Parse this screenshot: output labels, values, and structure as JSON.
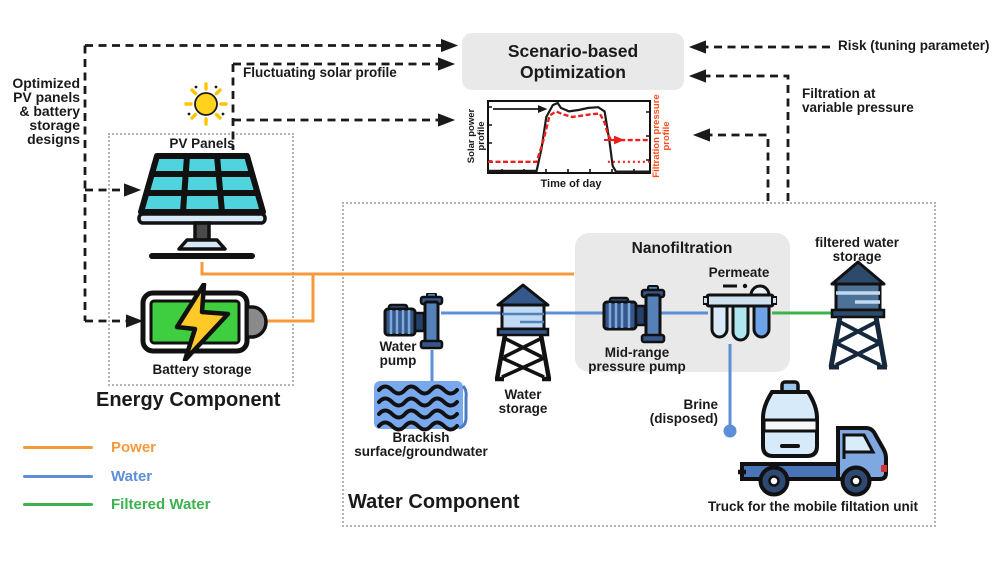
{
  "colors": {
    "power": "#F5993D",
    "water": "#5C8FD6",
    "filtered": "#3CB14E",
    "arrow": "#1a1a1a",
    "box": "#E9E9E9",
    "border": "#B3B3B3",
    "chart_red": "#E8231D",
    "chart_label": "#FF4D1C"
  },
  "optimization_box": {
    "title": "Scenario-based\nOptimization"
  },
  "labels": {
    "optimized_designs": "Optimized\nPV panels\n& battery\nstorage\ndesigns",
    "fluctuating": "Fluctuating solar profile",
    "risk": "Risk (tuning parameter)",
    "filtration_pressure": "Filtration at\nvariable pressure",
    "pv_panels": "PV Panels",
    "battery": "Battery storage",
    "energy_component": "Energy Component",
    "water_component": "Water Component",
    "water_pump": "Water\npump",
    "water_storage": "Water\nstorage",
    "brackish": "Brackish\nsurface/groundwater",
    "nanofiltration": "Nanofiltration",
    "midrange_pump": "Mid-range\npressure pump",
    "permeate": "Permeate",
    "brine": "Brine\n(disposed)",
    "filtered_storage": "filtered water\nstorage",
    "truck": "Truck for the mobile filtation unit"
  },
  "legend": {
    "items": [
      {
        "label": "Power",
        "color_key": "power"
      },
      {
        "label": "Water",
        "color_key": "water"
      },
      {
        "label": "Filtered Water",
        "color_key": "filtered"
      }
    ]
  },
  "icons": [
    "sun-icon",
    "pv-panels-icon",
    "battery-icon",
    "water-pump-icon",
    "water-storage-icon",
    "brackish-water-icon",
    "pressure-pump-icon",
    "filter-unit-icon",
    "filtered-water-storage-icon",
    "truck-icon"
  ],
  "inset_chart": {
    "type": "line",
    "xlabel": "Time of day",
    "ylabel_left": "Solar power\nprofile",
    "ylabel_right": "Filtration pressure\nprofile",
    "x_range_norm": [
      0,
      1
    ],
    "y_range_norm": [
      0,
      1
    ],
    "grid": false,
    "series": [
      {
        "name": "Solar power profile",
        "color": "#1a1a1a",
        "width": 2.2,
        "dash": "",
        "points": [
          [
            0,
            0.03
          ],
          [
            0.3,
            0.03
          ],
          [
            0.33,
            0.35
          ],
          [
            0.36,
            0.8
          ],
          [
            0.4,
            0.97
          ],
          [
            0.43,
            1.0
          ],
          [
            0.45,
            0.93
          ],
          [
            0.5,
            0.88
          ],
          [
            0.56,
            0.9
          ],
          [
            0.62,
            0.93
          ],
          [
            0.68,
            0.94
          ],
          [
            0.72,
            0.88
          ],
          [
            0.75,
            0.45
          ],
          [
            0.77,
            0.1
          ],
          [
            0.79,
            0.02
          ],
          [
            1,
            0.02
          ]
        ]
      },
      {
        "name": "Filtration pressure profile",
        "color": "#E8231D",
        "width": 2.4,
        "dash": "5 2.5",
        "points": [
          [
            0,
            0.16
          ],
          [
            0.3,
            0.16
          ],
          [
            0.34,
            0.45
          ],
          [
            0.38,
            0.82
          ],
          [
            0.42,
            0.88
          ],
          [
            0.46,
            0.84
          ],
          [
            0.52,
            0.8
          ],
          [
            0.58,
            0.82
          ],
          [
            0.64,
            0.84
          ],
          [
            0.69,
            0.85
          ],
          [
            0.72,
            0.72
          ],
          [
            0.74,
            0.55
          ],
          [
            0.76,
            0.47
          ],
          [
            1,
            0.47
          ]
        ]
      },
      {
        "name": "Filtration pressure profile night",
        "color": "#E8231D",
        "width": 2.2,
        "dash": "2 3",
        "points": [
          [
            0.74,
            0.16
          ],
          [
            1,
            0.16
          ]
        ]
      }
    ]
  }
}
